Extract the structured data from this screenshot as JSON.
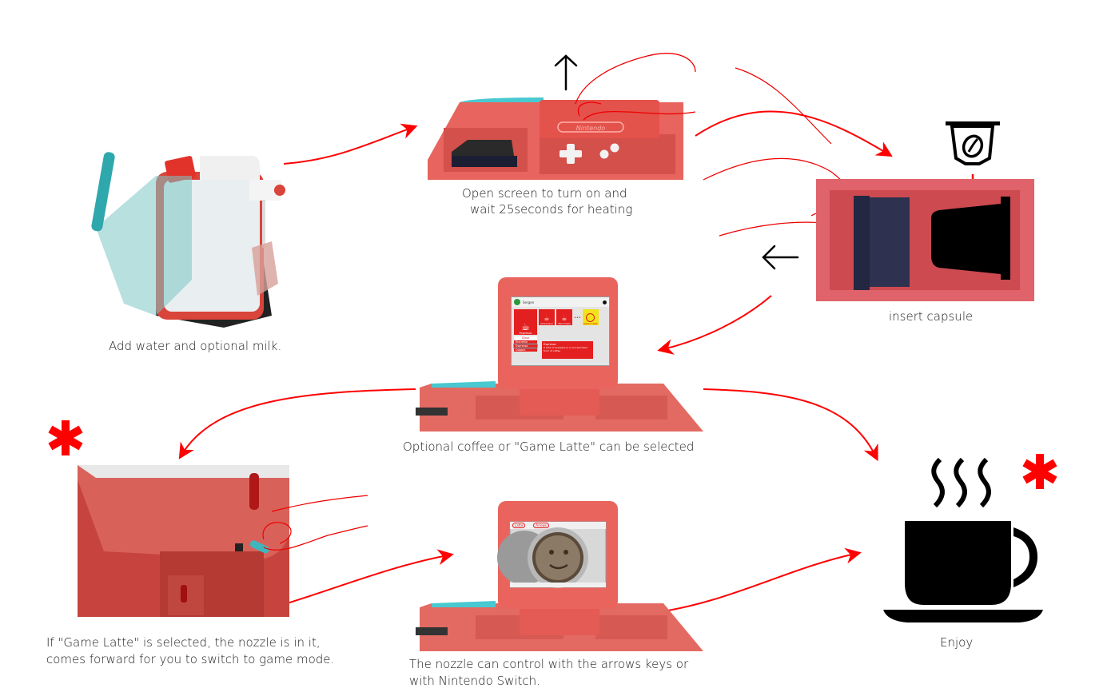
{
  "title": "Game Latte coffee machine usage flow",
  "colors": {
    "accent_red": "#ff0000",
    "body_coral": "#e8665f",
    "body_red": "#d9443b",
    "teal": "#3fb6bd",
    "capsule_black": "#000000"
  },
  "steps": [
    {
      "id": "add-water",
      "caption": "Add water and optional milk."
    },
    {
      "id": "open-screen",
      "caption_lines": [
        "Open screen to turn on and",
        "wait 25seconds for heating"
      ]
    },
    {
      "id": "insert-capsule",
      "caption": "insert capsule"
    },
    {
      "id": "select-coffee",
      "caption": "Optional coffee or \"Game Latte\" can be selected"
    },
    {
      "id": "game-mode",
      "caption_lines": [
        "If \"Game Latte\" is selected, the nozzle is in it,",
        "comes forward for you to switch to game mode."
      ]
    },
    {
      "id": "nozzle-control",
      "caption_lines": [
        "The nozzle can control with the arrows keys or",
        "with Nintendo Switch."
      ]
    },
    {
      "id": "enjoy",
      "caption": "Enjoy"
    }
  ],
  "screen_menu": {
    "user": "Sergen",
    "tiles": [
      "Espresso",
      "Americano",
      "Macchiato",
      "Game Latte"
    ],
    "ellipsis": "•••",
    "list": [
      "Close",
      "Ristretto",
      "Espresso",
      "Doppio"
    ],
    "detail_title": "Espresso",
    "detail_text": "A shot of espresso is a concentrated form of coffee"
  },
  "screen_game": {
    "buttons": [
      "Latte",
      "Arrows"
    ]
  },
  "logo_text": "Nintendo",
  "icons": {
    "up": "arrow-up-icon",
    "left": "arrow-left-icon",
    "capsule": "coffee-capsule-icon",
    "cup": "steaming-coffee-cup-icon",
    "asterisk": "asterisk-icon"
  }
}
